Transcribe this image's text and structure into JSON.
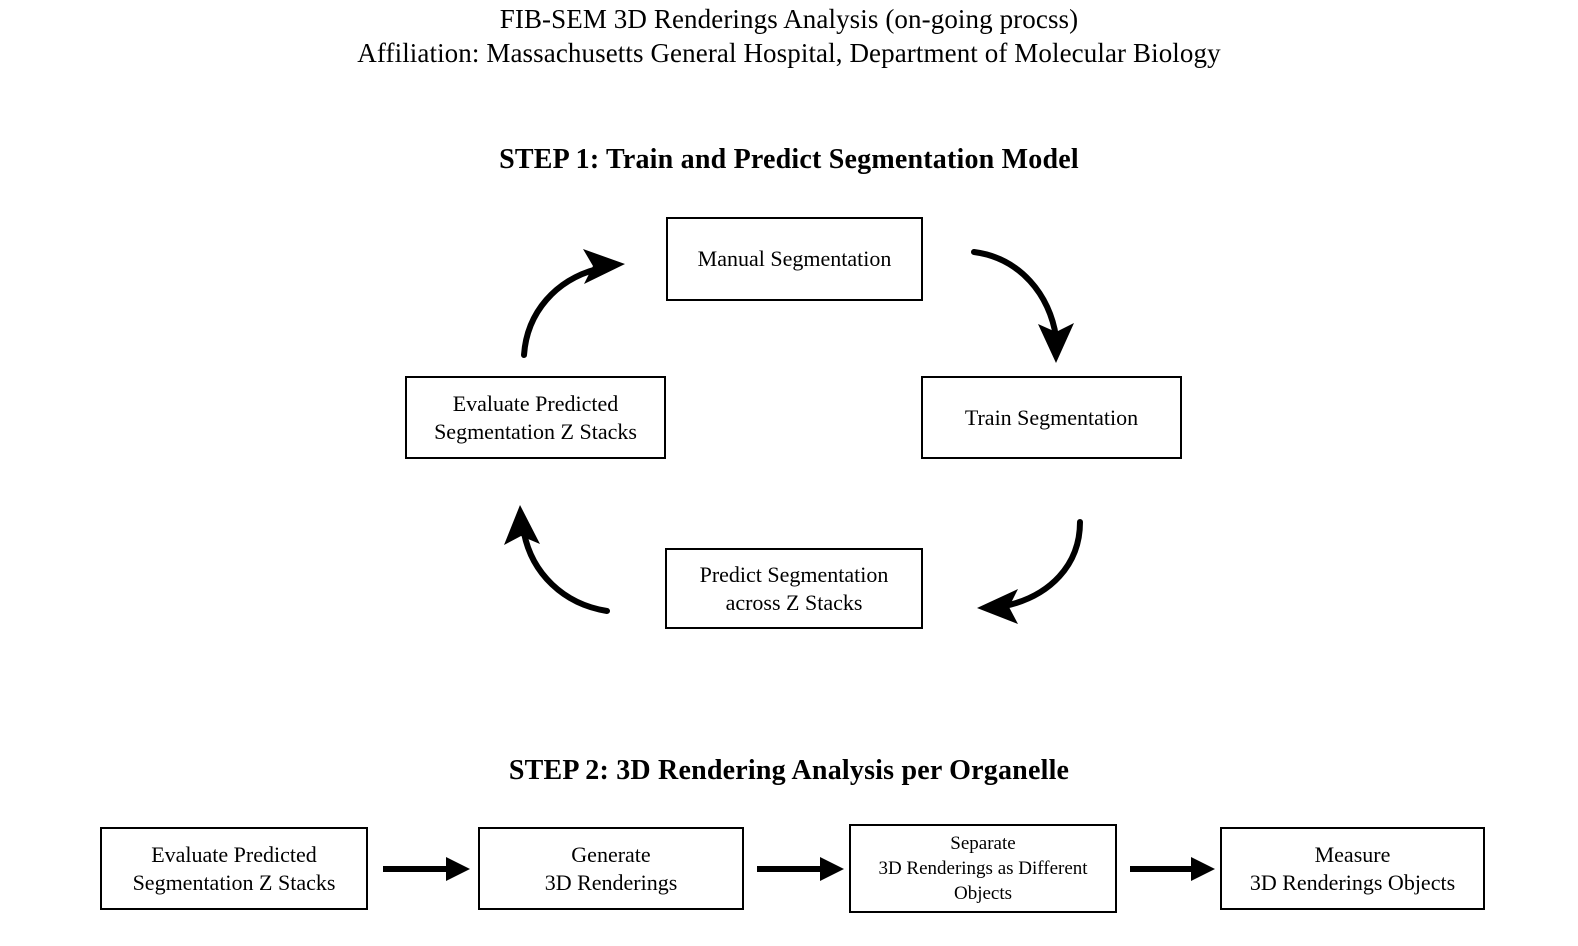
{
  "header": {
    "line1": "FIB-SEM 3D Renderings Analysis (on-going procss)",
    "line2": "Affiliation: Massachusetts General Hospital, Department of Molecular Biology"
  },
  "step1": {
    "title": "STEP 1: Train and Predict Segmentation Model",
    "layout": "cycle",
    "nodes": [
      {
        "id": "manual-segmentation",
        "label": "Manual Segmentation",
        "position": "top"
      },
      {
        "id": "train-segmentation",
        "label": "Train Segmentation",
        "position": "right"
      },
      {
        "id": "predict-segmentation",
        "label": "Predict Segmentation\nacross Z Stacks",
        "position": "bottom"
      },
      {
        "id": "evaluate-segmentation",
        "label": "Evaluate Predicted\nSegmentation Z Stacks",
        "position": "left"
      }
    ],
    "edges": [
      {
        "from": "manual-segmentation",
        "to": "train-segmentation",
        "style": "curved-arrow",
        "direction": "clockwise"
      },
      {
        "from": "train-segmentation",
        "to": "predict-segmentation",
        "style": "curved-arrow",
        "direction": "clockwise"
      },
      {
        "from": "predict-segmentation",
        "to": "evaluate-segmentation",
        "style": "curved-arrow",
        "direction": "clockwise"
      },
      {
        "from": "evaluate-segmentation",
        "to": "manual-segmentation",
        "style": "curved-arrow",
        "direction": "clockwise"
      }
    ]
  },
  "step2": {
    "title": "STEP 2: 3D Rendering Analysis per Organelle",
    "layout": "linear",
    "nodes": [
      {
        "id": "s2-evaluate",
        "label": "Evaluate Predicted\nSegmentation Z Stacks"
      },
      {
        "id": "s2-generate",
        "label": "Generate\n3D Renderings"
      },
      {
        "id": "s2-separate",
        "label": "Separate\n3D Renderings as Different\nObjects"
      },
      {
        "id": "s2-measure",
        "label": "Measure\n3D Renderings Objects"
      }
    ],
    "edges": [
      {
        "from": "s2-evaluate",
        "to": "s2-generate",
        "style": "straight-arrow"
      },
      {
        "from": "s2-generate",
        "to": "s2-separate",
        "style": "straight-arrow"
      },
      {
        "from": "s2-separate",
        "to": "s2-measure",
        "style": "straight-arrow"
      }
    ]
  },
  "colors": {
    "background": "#ffffff",
    "stroke": "#000000",
    "text": "#000000"
  }
}
